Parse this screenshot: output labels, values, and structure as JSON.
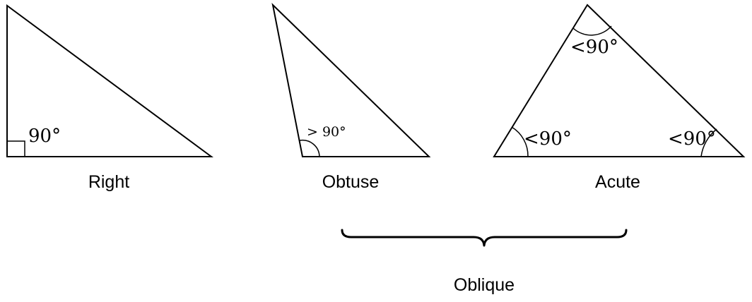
{
  "triangles": {
    "right": {
      "label": "Right",
      "angle_label": "90°"
    },
    "obtuse": {
      "label": "Obtuse",
      "angle_label": "> 90°"
    },
    "acute": {
      "label": "Acute",
      "top_angle_label": "<90°",
      "left_angle_label": "<90°",
      "right_angle_label": "<90°"
    }
  },
  "group": {
    "label": "Oblique"
  }
}
